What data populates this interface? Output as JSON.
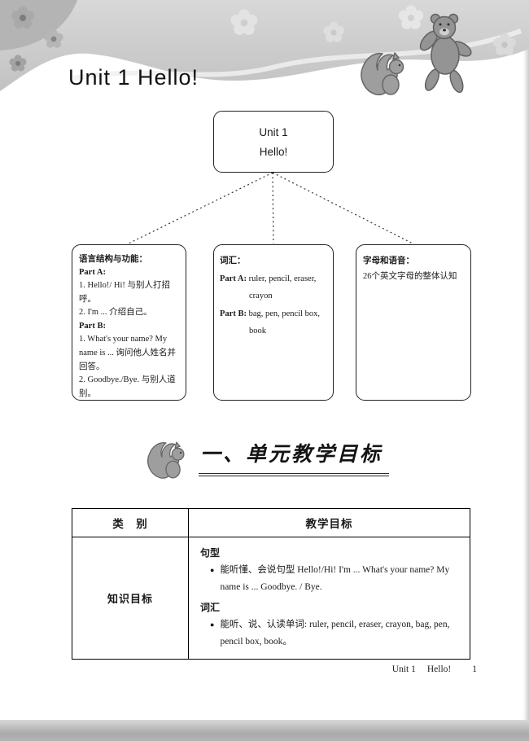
{
  "page": {
    "title": "Unit 1  Hello!",
    "footer": {
      "unit": "Unit 1",
      "lesson": "Hello!",
      "page_number": "1"
    }
  },
  "flowchart": {
    "root": {
      "line1": "Unit 1",
      "line2": "Hello!"
    },
    "left_box": {
      "heading": "语言结构与功能：",
      "part_a_label": "Part A:",
      "a_item1": "1. Hello!/ Hi! 与别人打招呼。",
      "a_item2": "2. I'm ... 介绍自己。",
      "part_b_label": "Part B:",
      "b_item1": "1. What's your name? My name is ... 询问他人姓名并回答。",
      "b_item2": "2. Goodbye./Bye. 与别人道别。"
    },
    "middle_box": {
      "heading": "词汇：",
      "part_a_label": "Part A:",
      "part_a_words": "ruler, pencil, eraser,",
      "part_a_words2": "crayon",
      "part_b_label": "Part B:",
      "part_b_words": "bag, pen, pencil box,",
      "part_b_words2": "book"
    },
    "right_box": {
      "heading": "字母和语音：",
      "line": "26个英文字母的整体认知"
    }
  },
  "section": {
    "title": "一、单元教学目标"
  },
  "table": {
    "header_category": "类　别",
    "header_goal": "教学目标",
    "row_category": "知识目标",
    "bullet_char": "●",
    "sentence_label": "句型",
    "sentence_bullet": "能听懂、会说句型 Hello!/Hi! I'm ... What's your name? My name is ... Goodbye. / Bye.",
    "vocab_label": "词汇",
    "vocab_bullet": "能听、说、认读单词: ruler, pencil, eraser, crayon, bag, pen, pencil box, book。"
  }
}
